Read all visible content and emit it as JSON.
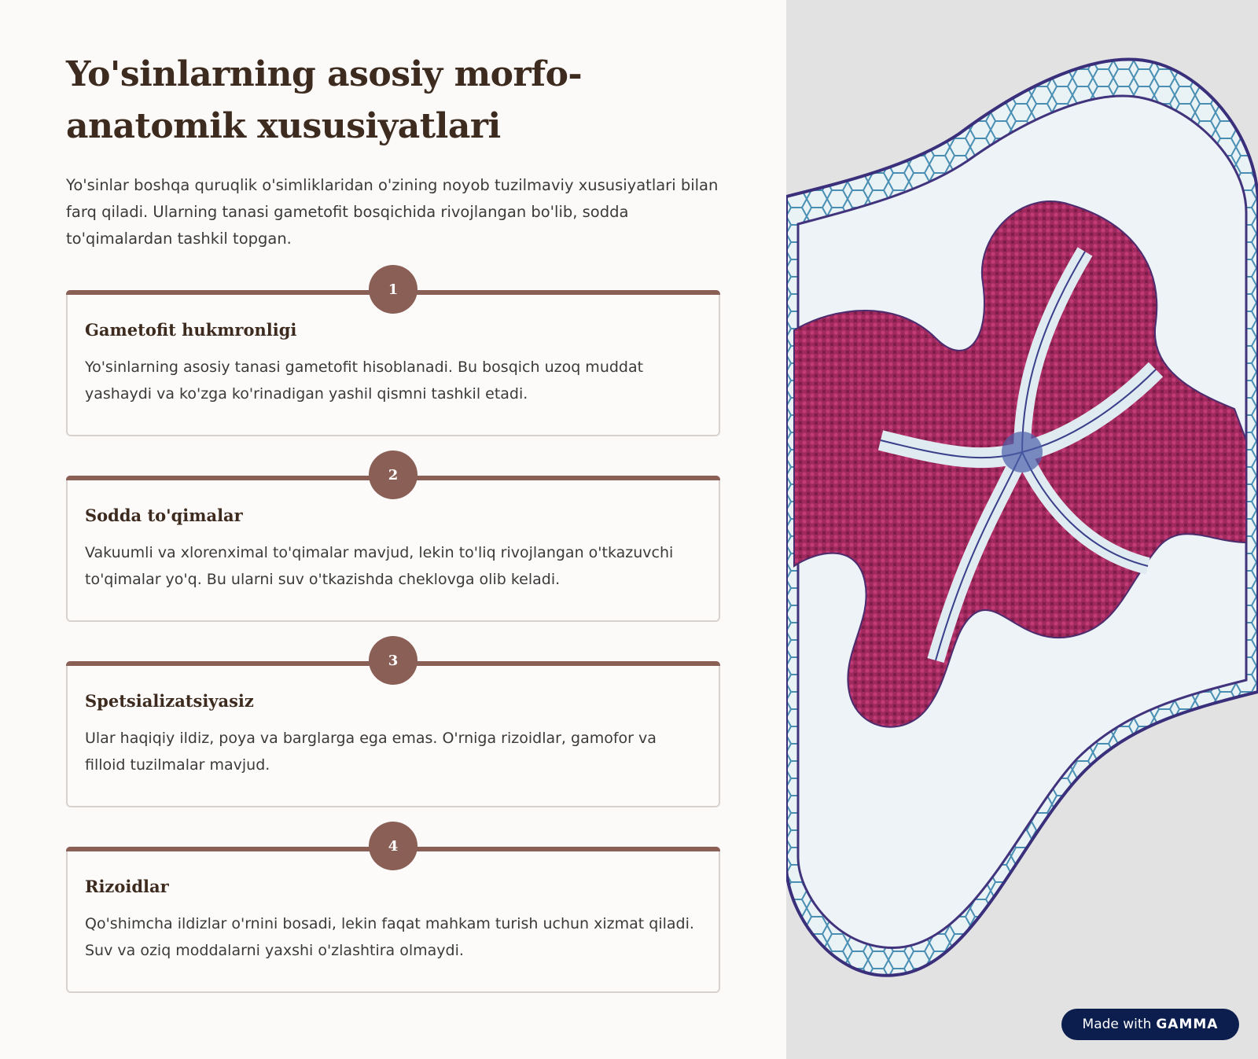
{
  "title": "Yo'sinlarning asosiy morfo-anatomik xususiyatlari",
  "intro": "Yo'sinlar boshqa quruqlik o'simliklaridan o'zining noyob tuzilmaviy xususiyatlari bilan farq qiladi. Ularning tanasi gametofit bosqichida rivojlangan bo'lib, sodda to'qimalardan tashkil topgan.",
  "steps": [
    {
      "number": "1",
      "heading": "Gametofit hukmronligi",
      "text": "Yo'sinlarning asosiy tanasi gametofit hisoblanadi. Bu bosqich uzoq muddat yashaydi va ko'zga ko'rinadigan yashil qismni tashkil etadi."
    },
    {
      "number": "2",
      "heading": "Sodda to'qimalar",
      "text": "Vakuumli va xlorenximal to'qimalar mavjud, lekin to'liq rivojlangan o'tkazuvchi to'qimalar yo'q. Bu ularni suv o'tkazishda cheklovga olib keladi."
    },
    {
      "number": "3",
      "heading": "Spetsializatsiyasiz",
      "text": "Ular haqiqiy ildiz, poya va barglarga ega emas. O'rniga rizoidlar, gamofor va filloid tuzilmalar mavjud."
    },
    {
      "number": "4",
      "heading": "Rizoidlar",
      "text": "Qo'shimcha ildizlar o'rnini bosadi, lekin faqat mahkam turish uchun xizmat qiladi. Suv va oziq moddalarni yaxshi o'zlashtira olmaydi."
    }
  ],
  "badge": {
    "prefix": "Made with",
    "brand": "GAMMA"
  },
  "colors": {
    "accent": "#8a5f56",
    "heading": "#3d2b1f",
    "badge_bg": "#0b1e4e"
  }
}
